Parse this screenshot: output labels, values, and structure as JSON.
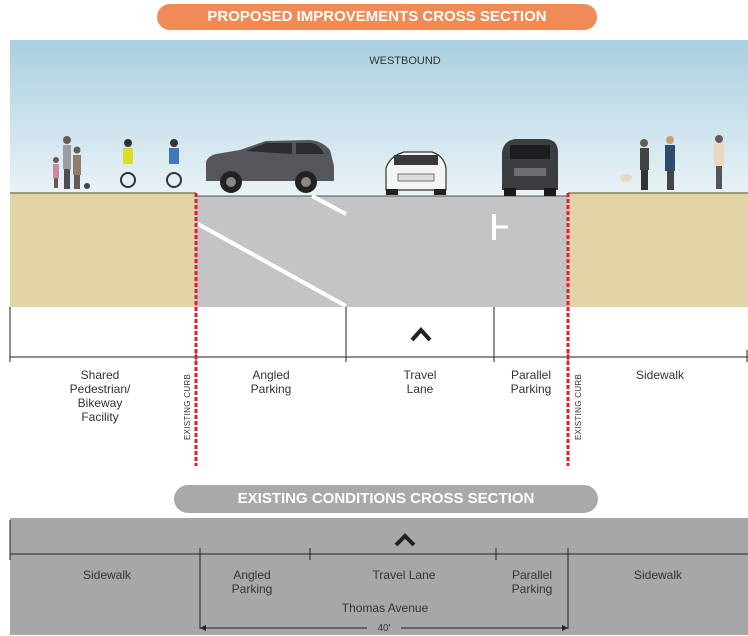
{
  "colors": {
    "proposed_banner": "#f08a56",
    "existing_banner": "#a9a9a9",
    "sky_top": "#a9cfe0",
    "sky_bottom": "#e8f2f6",
    "ground": "#e3d4a7",
    "road": "#c4c4c6",
    "curb": "#e0202a",
    "existing_band": "#a7a7a9"
  },
  "proposed": {
    "title": "PROPOSED IMPROVEMENTS CROSS SECTION",
    "direction_label": "WESTBOUND",
    "curb_label": "EXISTING CURB",
    "segments": [
      {
        "label": "Shared\nPedestrian/\nBikeway\nFacility"
      },
      {
        "label": "Angled\nParking"
      },
      {
        "label": "Travel\nLane"
      },
      {
        "label": "Parallel\nParking"
      },
      {
        "label": "Sidewalk"
      }
    ]
  },
  "existing": {
    "title": "EXISTING CONDITIONS CROSS SECTION",
    "segments": [
      {
        "label": "Sidewalk"
      },
      {
        "label": "Angled\nParking"
      },
      {
        "label": "Travel Lane"
      },
      {
        "label": "Parallel\nParking"
      },
      {
        "label": "Sidewalk"
      }
    ],
    "street_name": "Thomas Avenue",
    "width_label": "40'"
  }
}
